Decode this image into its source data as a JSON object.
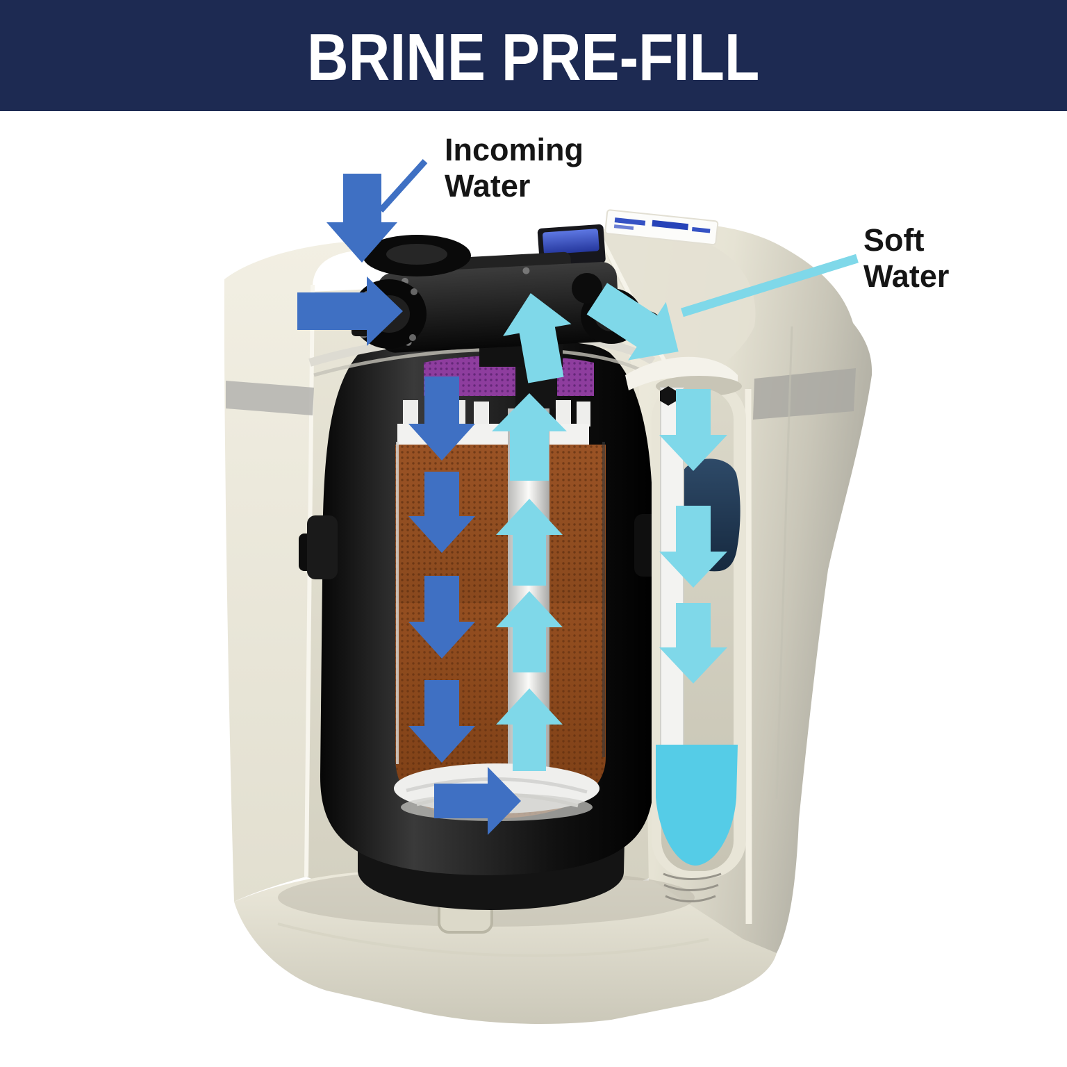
{
  "header": {
    "title": "BRINE PRE-FILL",
    "background_color": "#1D2A52",
    "title_color": "#FFFFFF"
  },
  "annotations": {
    "incoming_water": {
      "line1": "Incoming",
      "line2": "Water"
    },
    "soft_water": {
      "line1": "Soft",
      "line2": "Water"
    }
  },
  "colors": {
    "incoming_water_arrow": "#3F70C3",
    "soft_water_arrow": "#7FD8E9",
    "brine_water": "#55CCE7",
    "resin_media": "#9D5526",
    "resin_top_layer_purple": "#8E3D9E",
    "tank_black": "#121212",
    "cabinet_cream": "#EFECE0",
    "cabinet_shadow_gray": "#B5B3A8",
    "navy_float": "#1C3252"
  },
  "flows": {
    "incoming_water": {
      "arrow_count": 7
    },
    "soft_water": {
      "arrow_count": 9,
      "includes_brine_pool": true
    }
  }
}
